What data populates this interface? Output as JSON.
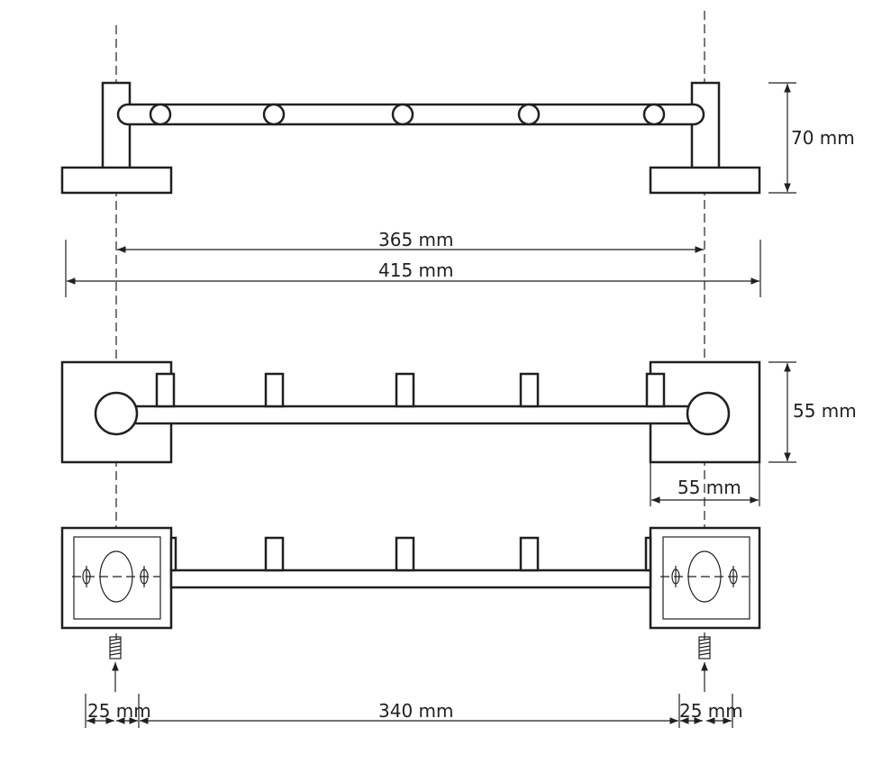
{
  "dimensions": {
    "height_side": "70 mm",
    "inner_span": "365 mm",
    "outer_span": "415 mm",
    "depth_top": "55 mm",
    "plate_width": "55 mm",
    "left_offset": "25 mm",
    "mount_span": "340 mm",
    "right_offset": "25 mm"
  },
  "colors": {
    "line": "#231f20",
    "background": "#ffffff"
  }
}
